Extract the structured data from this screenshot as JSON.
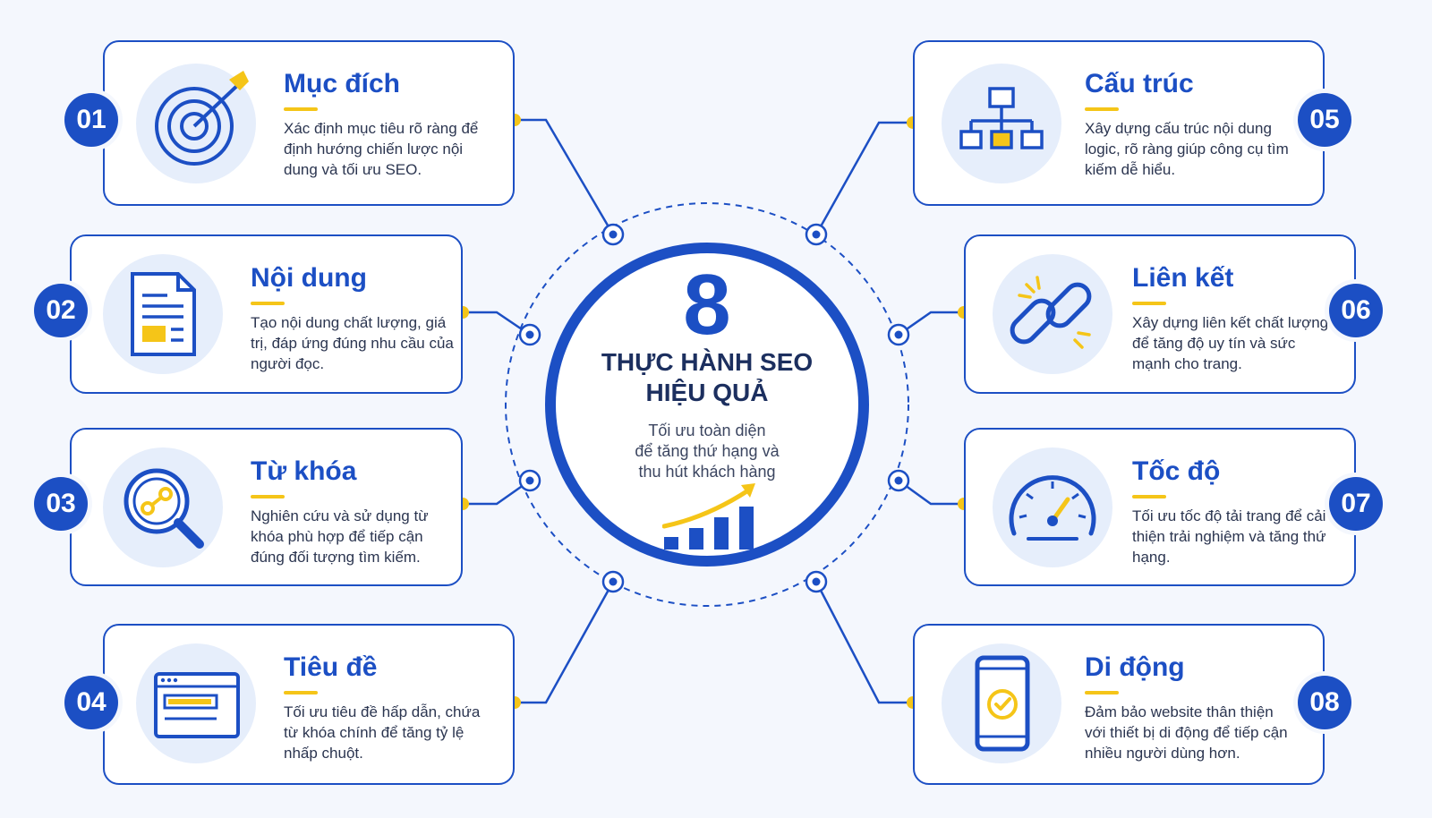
{
  "hub": {
    "number": "8",
    "title_line1": "THỰC HÀNH SEO",
    "title_line2": "HIỆU QUẢ",
    "sub_line1": "Tối ưu toàn diện",
    "sub_line2": "để tăng thứ hạng và",
    "sub_line3": "thu hút khách hàng"
  },
  "items": [
    {
      "number": "01",
      "title": "Mục đích",
      "desc": "Xác định mục tiêu rõ ràng để định hướng chiến lược nội dung và tối ưu SEO.",
      "icon": "target-icon"
    },
    {
      "number": "02",
      "title": "Nội dung",
      "desc": "Tạo nội dung chất lượng, giá trị, đáp ứng đúng nhu cầu của người đọc.",
      "icon": "document-icon"
    },
    {
      "number": "03",
      "title": "Từ khóa",
      "desc": "Nghiên cứu và sử dụng từ khóa phù hợp để tiếp cận đúng đối tượng tìm kiếm.",
      "icon": "magnifier-icon"
    },
    {
      "number": "04",
      "title": "Tiêu đề",
      "desc": "Tối ưu tiêu đề hấp dẫn, chứa từ khóa chính để tăng tỷ lệ nhấp chuột.",
      "icon": "browser-window-icon"
    },
    {
      "number": "05",
      "title": "Cấu trúc",
      "desc": "Xây dựng cấu trúc nội dung logic, rõ ràng giúp công cụ tìm kiếm dễ hiểu.",
      "icon": "sitemap-icon"
    },
    {
      "number": "06",
      "title": "Liên kết",
      "desc": "Xây dựng liên kết chất lượng để tăng độ uy tín và sức mạnh cho trang.",
      "icon": "chain-link-icon"
    },
    {
      "number": "07",
      "title": "Tốc độ",
      "desc": "Tối ưu tốc độ tải trang để cải thiện trải nghiệm và tăng thứ hạng.",
      "icon": "speedometer-icon"
    },
    {
      "number": "08",
      "title": "Di động",
      "desc": "Đảm bảo website thân thiện với thiết bị di động để tiếp cận nhiều người dùng hơn.",
      "icon": "smartphone-icon"
    }
  ],
  "colors": {
    "primary": "#1c4fc4",
    "accent": "#f5c518",
    "icon_bg": "#e6eefb",
    "background": "#f4f7fd"
  }
}
